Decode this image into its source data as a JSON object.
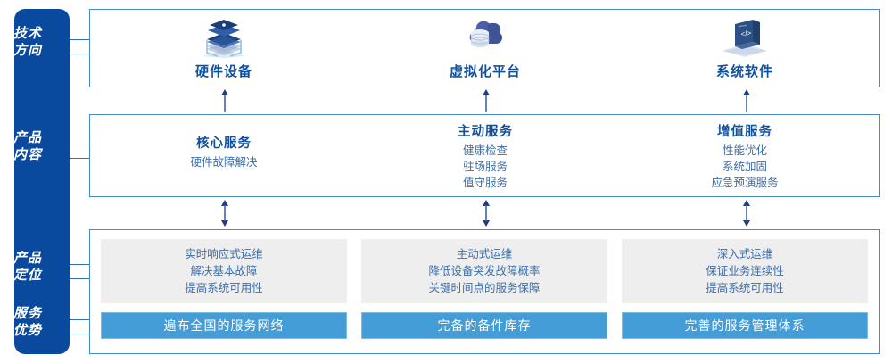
{
  "sidebar": {
    "sections": [
      {
        "name": "technology-direction",
        "line1": "技术",
        "line2": "方向"
      },
      {
        "name": "product-content",
        "line1": "产品",
        "line2": "内容"
      },
      {
        "name": "product-positioning",
        "line1": "产品",
        "line2": "定位"
      },
      {
        "name": "service-advantage",
        "line1": "服务",
        "line2": "优势"
      }
    ]
  },
  "technology": {
    "columns": [
      {
        "icon": "server-stack-icon",
        "title": "硬件设备"
      },
      {
        "icon": "cloud-database-icon",
        "title": "虚拟化平台"
      },
      {
        "icon": "laptop-code-icon",
        "title": "系统软件"
      }
    ]
  },
  "product_content": {
    "columns": [
      {
        "title": "核心服务",
        "items": [
          "硬件故障解决"
        ]
      },
      {
        "title": "主动服务",
        "items": [
          "健康检查",
          "驻场服务",
          "值守服务"
        ]
      },
      {
        "title": "增值服务",
        "items": [
          "性能优化",
          "系统加固",
          "应急预演服务"
        ]
      }
    ]
  },
  "product_positioning": {
    "columns": [
      {
        "items": [
          "实时响应式运维",
          "解决基本故障",
          "提高系统可用性"
        ]
      },
      {
        "items": [
          "主动式运维",
          "降低设备突发故障概率",
          "关键时间点的服务保障"
        ]
      },
      {
        "items": [
          "深入式运维",
          "保证业务连续性",
          "提高系统可用性"
        ]
      }
    ]
  },
  "service_advantage": {
    "bars": [
      "遍布全国的服务网络",
      "完备的备件库存",
      "完善的服务管理体系"
    ]
  },
  "colors": {
    "sidebar_blue": "#0a4a9e",
    "panel_border": "#4a87cf",
    "title_blue": "#11509f",
    "body_blue": "#3d6ea8",
    "bar_blue": "#459dd8",
    "grey_box": "#eeeeee",
    "arrow_navy": "#1f3f7a"
  }
}
